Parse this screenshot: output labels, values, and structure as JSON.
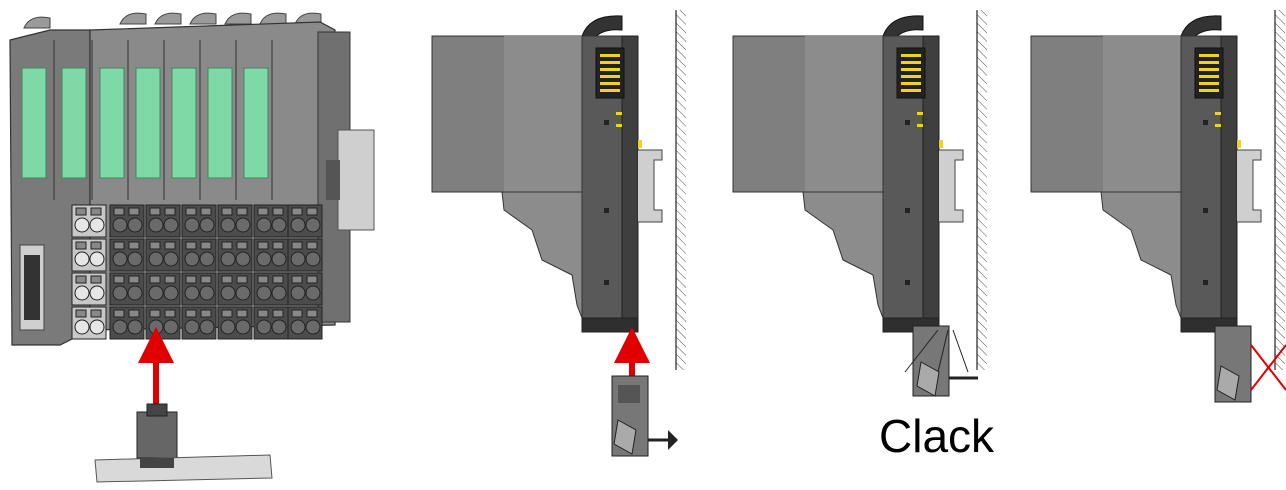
{
  "labels": {
    "clack": "Clack"
  },
  "colors": {
    "module_body": "#7f7f7f",
    "module_dark": "#595959",
    "module_front": "#8c8c8c",
    "label_strip": "#7ed9a6",
    "arrow": "#e00000",
    "cross": "#e00000",
    "rail": "#cfcfcf",
    "led": "#f2d31b"
  },
  "icons": {
    "arrow": "red-up-arrow-icon",
    "cross": "red-x-cross-icon"
  },
  "steps": [
    {
      "name": "step-1-insert-bus-connector",
      "arrow": true,
      "clack": false,
      "cross": false
    },
    {
      "name": "step-2-push-lock-up",
      "arrow": true,
      "clack": false,
      "cross": false
    },
    {
      "name": "step-3-lock-clacks",
      "arrow": false,
      "clack": true,
      "cross": false
    },
    {
      "name": "step-4-locked-no-removal",
      "arrow": false,
      "clack": false,
      "cross": true
    }
  ]
}
